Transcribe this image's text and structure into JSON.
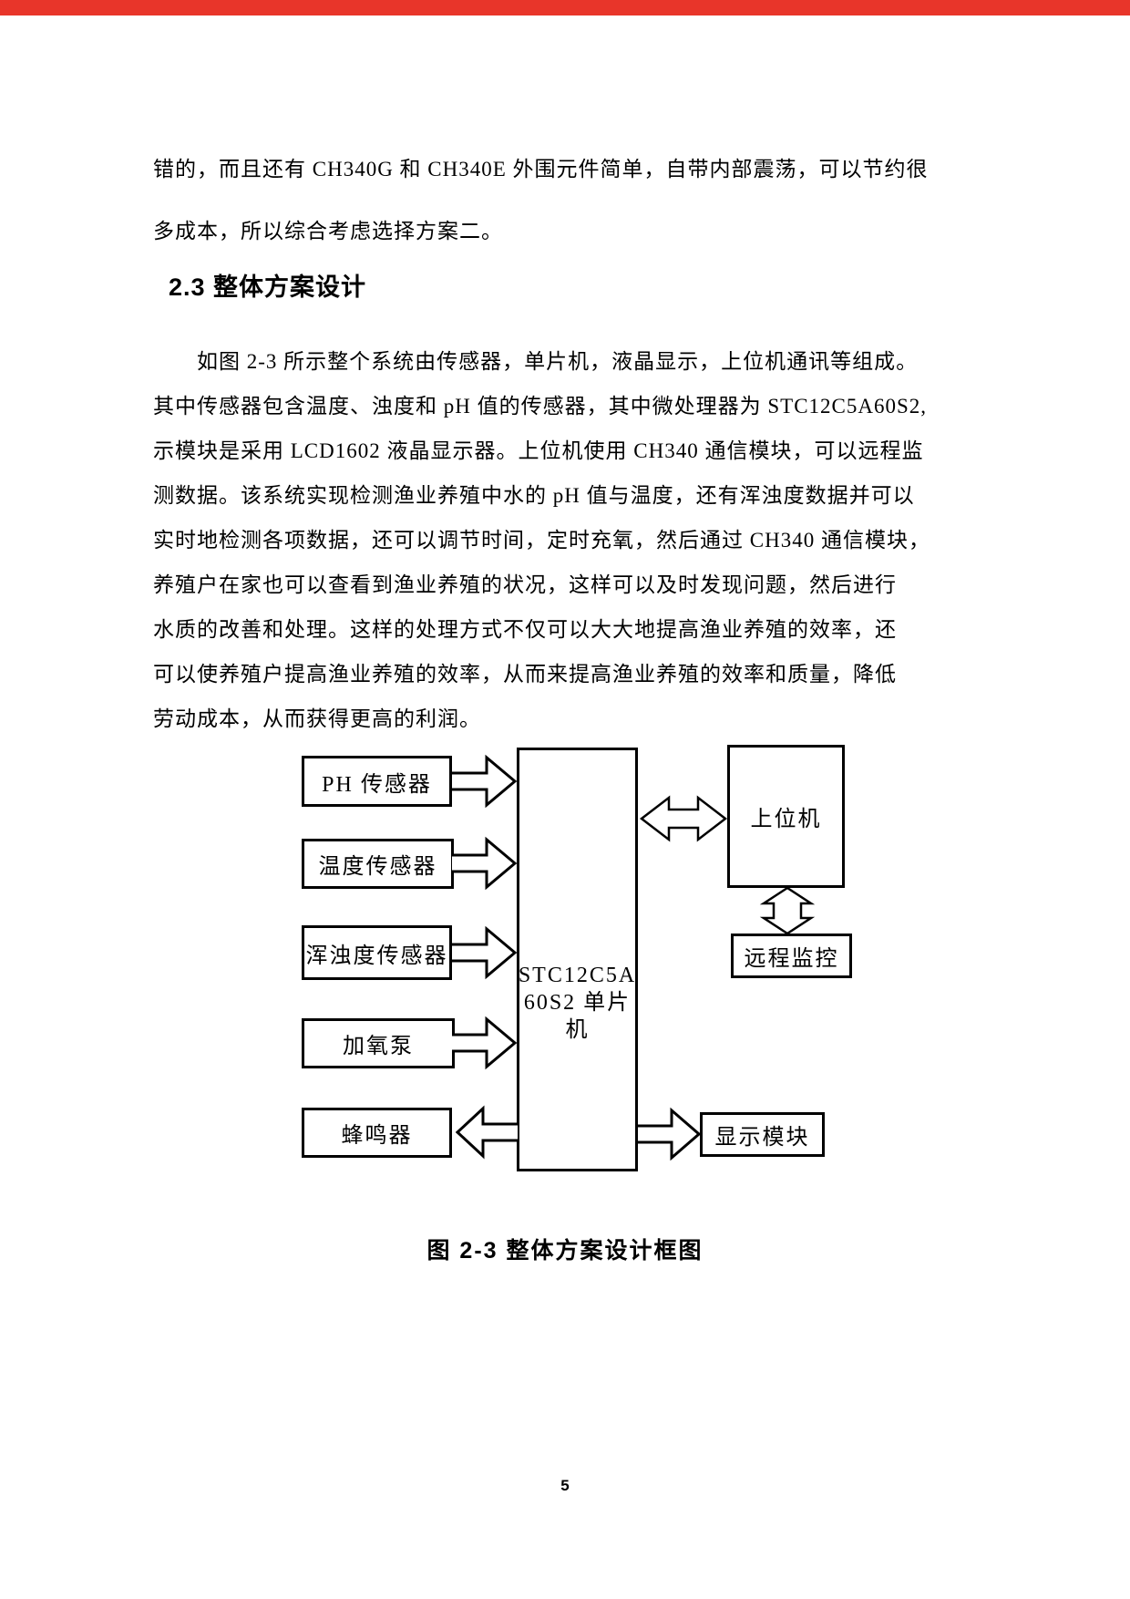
{
  "page": {
    "top_bar_color": "#e8352a",
    "page_number": "5"
  },
  "intro": {
    "lines": [
      "错的，而且还有 CH340G 和 CH340E 外围元件简单，自带内部震荡，可以节约很",
      "多成本，所以综合考虑选择方案二。"
    ]
  },
  "section": {
    "heading": "2.3 整体方案设计"
  },
  "body": {
    "lines": [
      "如图 2-3 所示整个系统由传感器，单片机，液晶显示，上位机通讯等组成。",
      "其中传感器包含温度、浊度和 pH 值的传感器，其中微处理器为 STC12C5A60S2,",
      "示模块是采用 LCD1602 液晶显示器。上位机使用 CH340 通信模块，可以远程监",
      "测数据。该系统实现检测渔业养殖中水的 pH 值与温度，还有浑浊度数据并可以",
      "实时地检测各项数据，还可以调节时间，定时充氧，然后通过 CH340 通信模块，",
      "养殖户在家也可以查看到渔业养殖的状况，这样可以及时发现问题，然后进行",
      "水质的改善和处理。这样的处理方式不仅可以大大地提高渔业养殖的效率，还",
      "可以使养殖户提高渔业养殖的效率，从而来提高渔业养殖的效率和质量，降低",
      "劳动成本，从而获得更高的利润。"
    ]
  },
  "diagram": {
    "ph_sensor": "PH 传感器",
    "temperature_sensor": "温度传感器",
    "turbidity_sensor": "浑浊度传感器",
    "oxygen_pump": "加氧泵",
    "buzzer": "蜂鸣器",
    "mcu_lines": [
      "STC12C5A",
      "60S2 单片",
      "机"
    ],
    "host_computer": "上位机",
    "remote_monitoring": "远程监控",
    "display_module": "显示模块",
    "caption": "图 2-3 整体方案设计框图"
  }
}
